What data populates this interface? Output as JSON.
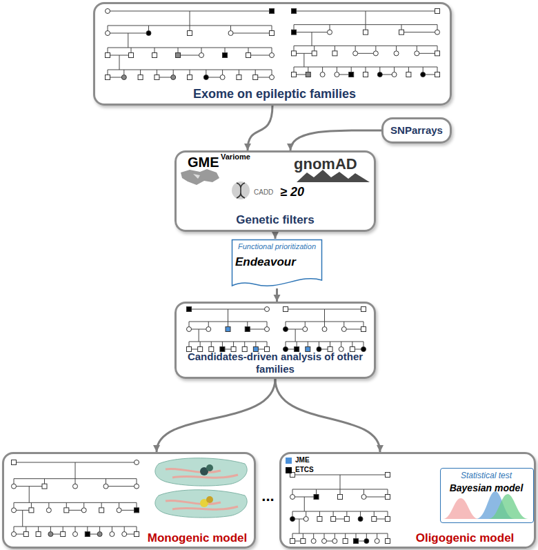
{
  "diagram": {
    "nodes": [
      {
        "text": [
          "Exome on epileptic families"
        ]
      },
      {
        "text": [
          "SNParrays"
        ]
      },
      {
        "text": [
          "GME",
          "Variome",
          "gnomAD",
          "CADD",
          "≥ 20",
          "Genetic filters"
        ]
      },
      {
        "text": [
          "Functional prioritization",
          "Endeavour"
        ]
      },
      {
        "text": [
          "Candidates-driven analysis of other families"
        ]
      },
      {
        "text": [
          "Monogenic model"
        ]
      },
      {
        "text": [
          "Oligogenic model"
        ]
      },
      {
        "text": [
          "Statistical test",
          "Bayesian model"
        ],
        "in": 6
      }
    ],
    "edges": [
      {
        "from": 0,
        "to": 2,
        "arrow": "to"
      },
      {
        "from": 1,
        "to": 2,
        "arrow": "to"
      },
      {
        "from": 2,
        "to": 3,
        "arrow": "to"
      },
      {
        "from": 3,
        "to": 4,
        "arrow": "to"
      },
      {
        "from": 4,
        "to": 5,
        "arrow": "to"
      },
      {
        "from": 4,
        "to": 6,
        "arrow": "to"
      }
    ],
    "labels": [
      "..."
    ],
    "legend": [
      {
        "text": "JME",
        "color": "#4a90d9"
      },
      {
        "text": "ETCS",
        "color": "#000000"
      }
    ]
  }
}
